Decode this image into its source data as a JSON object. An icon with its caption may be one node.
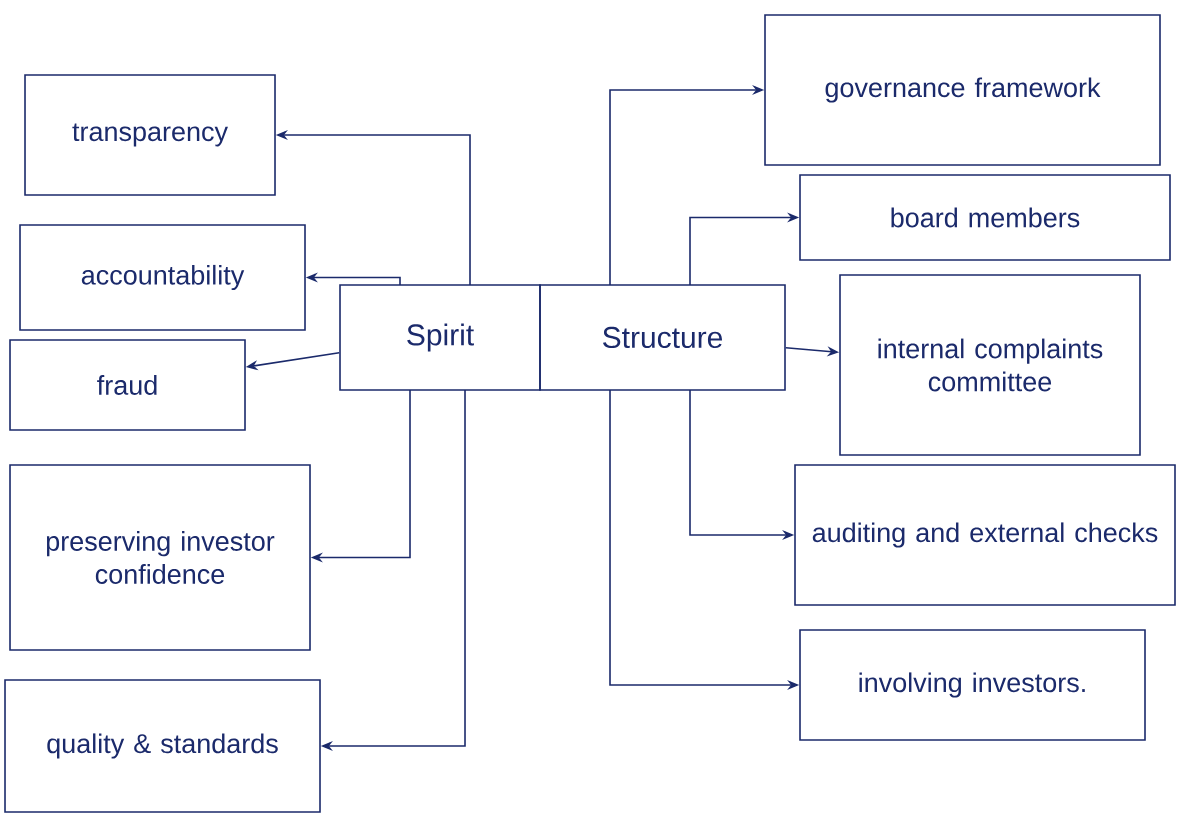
{
  "diagram": {
    "nodes": [
      {
        "text": [
          "Spirit"
        ]
      },
      {
        "text": [
          "Structure"
        ]
      },
      {
        "text": [
          "transparency"
        ]
      },
      {
        "text": [
          "accountability"
        ]
      },
      {
        "text": [
          "fraud"
        ]
      },
      {
        "text": [
          "preserving investor confidence"
        ]
      },
      {
        "text": [
          "quality & standards"
        ]
      },
      {
        "text": [
          "governance framework"
        ]
      },
      {
        "text": [
          "board members"
        ]
      },
      {
        "text": [
          "internal complaints committee"
        ]
      },
      {
        "text": [
          "auditing and external checks"
        ]
      },
      {
        "text": [
          "involving investors."
        ]
      }
    ],
    "edges": [
      {
        "from": 0,
        "to": 2,
        "arrow": "to"
      },
      {
        "from": 0,
        "to": 3,
        "arrow": "to"
      },
      {
        "from": 0,
        "to": 4,
        "arrow": "to"
      },
      {
        "from": 0,
        "to": 5,
        "arrow": "to"
      },
      {
        "from": 0,
        "to": 6,
        "arrow": "to"
      },
      {
        "from": 1,
        "to": 7,
        "arrow": "to"
      },
      {
        "from": 1,
        "to": 8,
        "arrow": "to"
      },
      {
        "from": 1,
        "to": 9,
        "arrow": "to"
      },
      {
        "from": 1,
        "to": 10,
        "arrow": "to"
      },
      {
        "from": 1,
        "to": 11,
        "arrow": "to"
      }
    ]
  }
}
